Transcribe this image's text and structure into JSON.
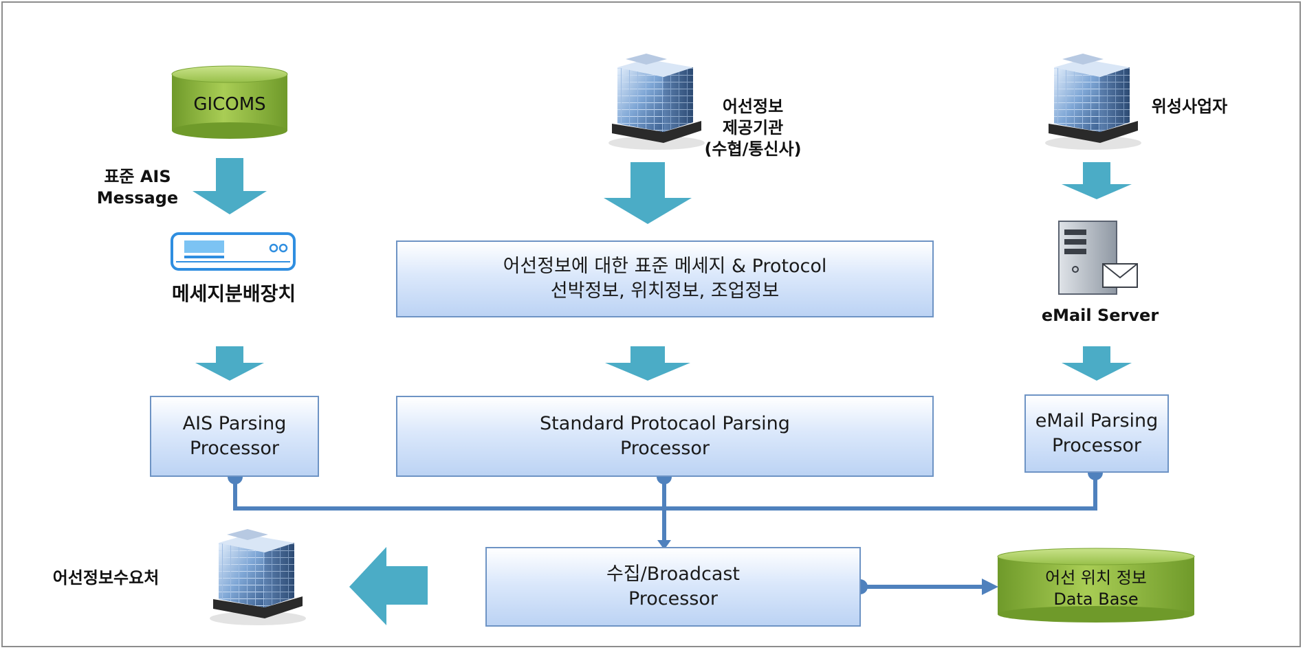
{
  "sources": {
    "gicoms": {
      "label": "GICOMS"
    },
    "ais_msg_label": [
      "표준 AIS",
      "Message"
    ],
    "distributor_label": "메세지분배장치",
    "provider_label": [
      "어선정보",
      "제공기관",
      "(수협/통신사)"
    ],
    "satellite_label": "위성사업자",
    "email_server_label": "eMail Server"
  },
  "standard_box": {
    "line1": "어선정보에 대한 표준 메세지 & Protocol",
    "line2": "선박정보, 위치정보, 조업정보"
  },
  "parsers": {
    "ais": [
      "AIS Parsing",
      "Processor"
    ],
    "standard": [
      "Standard Protocaol Parsing",
      "Processor"
    ],
    "email": [
      "eMail Parsing",
      "Processor"
    ]
  },
  "collector": [
    "수집/Broadcast",
    "Processor"
  ],
  "consumer_label": "어선정보수요처",
  "database": [
    "어선 위치 정보",
    "Data Base"
  ],
  "colors": {
    "arrow": "#4bacc6",
    "connector": "#4f81bd",
    "box_border": "#6d93c4",
    "cylinder": "#8ab23a"
  }
}
